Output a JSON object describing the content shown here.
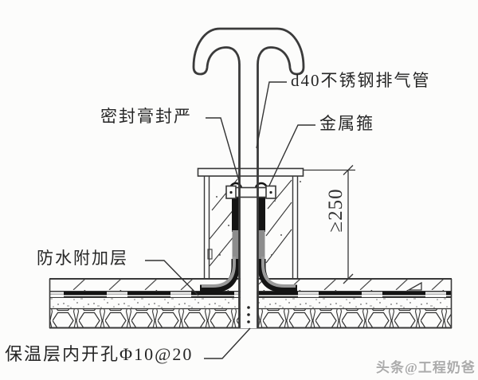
{
  "drawing": {
    "kind": "roof-vent-pipe-construction-detail",
    "labels": {
      "vent_pipe": "d40不锈钢排气管",
      "sealant": "密封膏封严",
      "metal_hoop": "金属箍",
      "waterproof_added_layer": "防水附加层",
      "insulation_holes": "保温层内开孔Φ10@20",
      "dimension_min_height": "≥250"
    },
    "watermark": "头条@工程奶爸",
    "colors": {
      "line": "#383838",
      "membrane_black": "#141414",
      "membrane_gray": "#8d8d8d",
      "watermark_gray": "#ababab",
      "background": "#fcfcfb"
    }
  }
}
